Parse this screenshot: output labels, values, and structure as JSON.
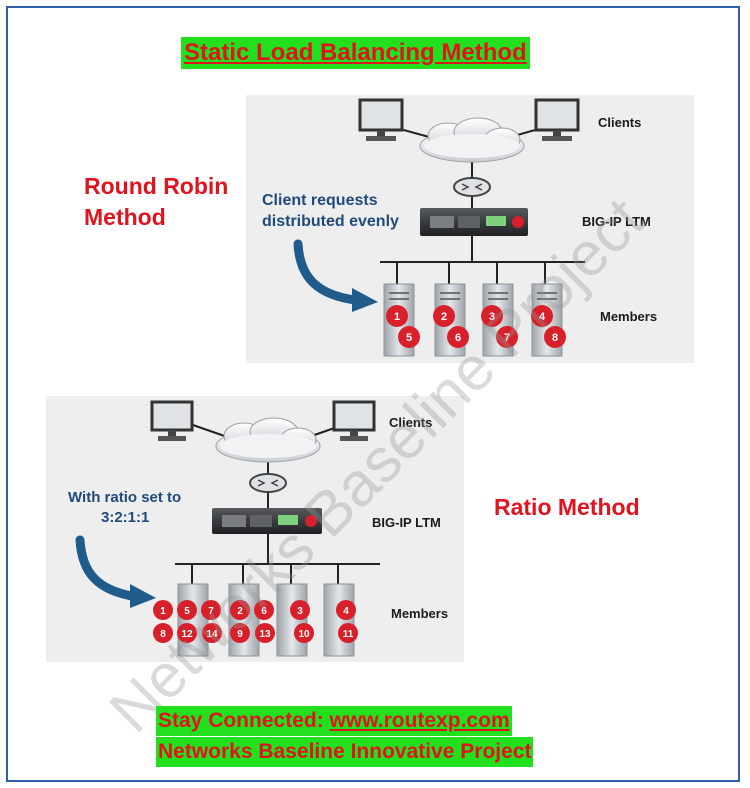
{
  "title": "Static Load Balancing Method",
  "round_robin": {
    "label_line1": "Round Robin",
    "label_line2": "Method",
    "desc_line1": "Client requests",
    "desc_line2": "distributed evenly",
    "clients_label": "Clients",
    "ltm_label": "BIG-IP LTM",
    "members_label": "Members",
    "servers": [
      {
        "top": "1",
        "bottom": "5"
      },
      {
        "top": "2",
        "bottom": "6"
      },
      {
        "top": "3",
        "bottom": "7"
      },
      {
        "top": "4",
        "bottom": "8"
      }
    ]
  },
  "ratio": {
    "label": "Ratio Method",
    "desc_line1": "With ratio set to",
    "desc_line2": "3:2:1:1",
    "clients_label": "Clients",
    "ltm_label": "BIG-IP LTM",
    "members_label": "Members",
    "servers": [
      {
        "nums": [
          "1",
          "5",
          "7",
          "8",
          "12",
          "14"
        ]
      },
      {
        "nums": [
          "2",
          "6",
          "9",
          "13"
        ]
      },
      {
        "nums": [
          "3",
          "10"
        ]
      },
      {
        "nums": [
          "4",
          "11"
        ]
      }
    ]
  },
  "footer": {
    "line1_prefix": "Stay Connected: ",
    "line1_link": "www.routexp.com",
    "line2": "Networks Baseline Innovative Project"
  },
  "watermark": "Networks Baseline Project",
  "colors": {
    "title_bg": "#22e01e",
    "title_text": "#e0141e",
    "panel_bg": "#eeeeee",
    "badge": "#d8202a",
    "arrow": "#1f5c8c"
  }
}
